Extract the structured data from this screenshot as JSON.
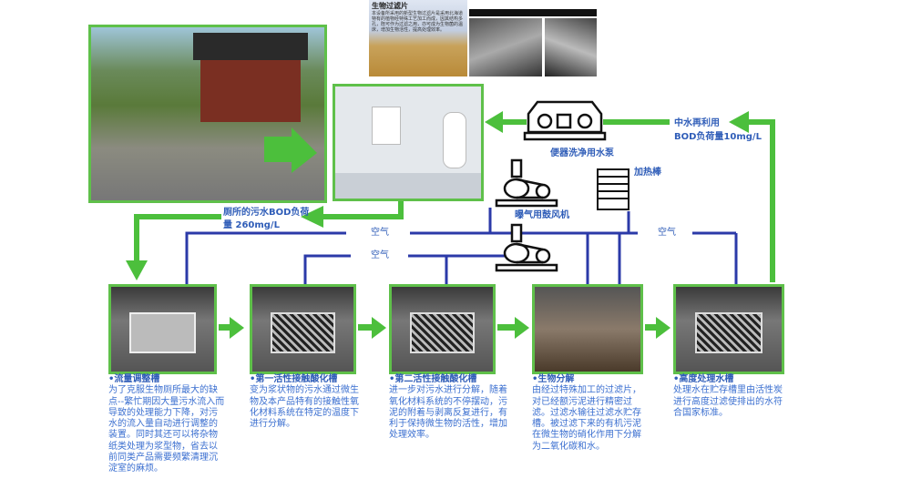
{
  "filter_panel": {
    "title": "生物过滤片",
    "text": "本设备所采用的新型生物过滤片是采用北海道特有的植物经特殊工艺加工而成，因其结构多孔，既可作为过滤之用，亦可成为生物菌的温床，增加生物活性，提高处理效率。"
  },
  "labels": {
    "toilet_sewage_line1": "厕所的污水BOD负荷",
    "toilet_sewage_line2": "量 260mg/L",
    "reuse_line1": "中水再利用",
    "reuse_line2": "BOD负荷量10mg/L",
    "pump": "便器洗净用水泵",
    "heater": "加热棒",
    "blower": "曝气用鼓风机",
    "air1": "空气",
    "air2": "空气",
    "air3": "空气"
  },
  "tanks": [
    {
      "title": "•流量调整槽",
      "text": "为了克服生物厕所最大的缺点--繁忙期因大量污水流入而导致的处理能力下降，对污水的流入量自动进行调整的装置。同时其还可以将杂物纸类处理为浆型物，省去以前同类产品需要频繁清理沉淀室的麻烦。"
    },
    {
      "title": "•第一活性接触酸化槽",
      "text": "变为浆状物的污水通过微生物及本产品特有的接触性氧化材料系统在特定的温度下进行分解。"
    },
    {
      "title": "•第二活性接触酸化槽",
      "text": "进一步对污水进行分解，随着氧化材料系统的不停摆动，污泥的附着与剥离反复进行，有利于保持微生物的活性，增加处理效率。"
    },
    {
      "title": "•生物分解",
      "text": "由经过特殊加工的过滤片，对已经额污泥进行精密过滤。过滤水输往过滤水贮存槽。被过滤下来的有机污泥在微生物的硝化作用下分解为二氧化碳和水。"
    },
    {
      "title": "•高度处理水槽",
      "text": "处理水在贮存槽里由活性炭进行高度过滤使排出的水符合国家标准。"
    }
  ],
  "colors": {
    "green": "#4cbf3c",
    "blue": "#2b3aa8",
    "text": "#2f5db8"
  }
}
